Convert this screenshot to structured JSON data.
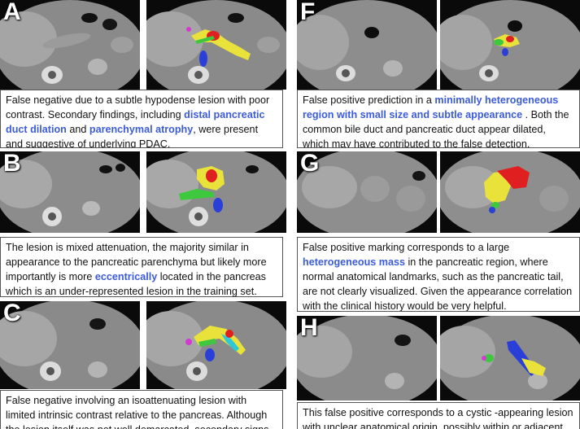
{
  "panels": {
    "A": {
      "letter": "A",
      "text_1": "False negative due to a subtle hypodense lesion with poor contrast. Secondary findings, including ",
      "hl_1": "distal pancreatic duct dilation",
      "text_2": " and ",
      "hl_2": "parenchymal atrophy",
      "text_3": ", were present and suggestive of underlying PDAC."
    },
    "B": {
      "letter": "B",
      "text_1": "The lesion is mixed attenuation, the majority similar in appearance to the pancreatic parenchyma but likely more importantly is more ",
      "hl_1": "eccentrically",
      "text_2": " located in the pancreas which is an under-represented lesion in the training set."
    },
    "C": {
      "letter": "C",
      "text_1": "False negative involving an isoattenuating lesion with limited intrinsic contrast relative to the pancreas. Although the lesion itself was not well demarcated, secondary signs"
    },
    "F": {
      "letter": "F",
      "text_1": "False positive prediction in a ",
      "hl_1": "minimally heterogeneous region with small size and subtle appearance",
      "text_2": " . Both the common bile duct and pancreatic duct appear dilated, which may have contributed to the false detection."
    },
    "G": {
      "letter": "G",
      "text_1": "False positive marking corresponds to a large ",
      "hl_1": "heterogeneous mass",
      "text_2": " in the pancreatic region, where normal anatomical landmarks, such as the pancreatic tail, are not clearly visualized. Given the appearance correlation with the clinical history would be very helpful."
    },
    "H": {
      "letter": "H",
      "text_1": "This false positive corresponds to a cystic -appearing lesion with unclear anatomical origin, possibly within or adjacent"
    }
  },
  "colors": {
    "highlight": "#3b5bdb",
    "seg_yellow": "#e8e23a",
    "seg_red": "#e02020",
    "seg_green": "#3ec83e",
    "seg_blue": "#2a3fd8",
    "seg_magenta": "#d23ad2",
    "seg_cyan": "#2fc8d8"
  }
}
